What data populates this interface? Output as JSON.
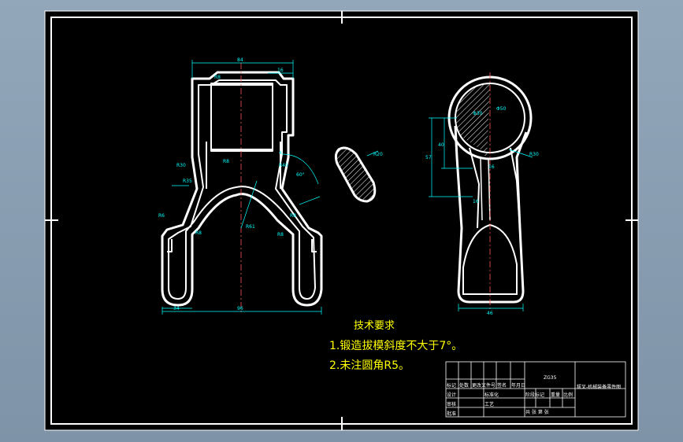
{
  "theme": {
    "background": "#000000",
    "outline": "#ffffff",
    "dimension": "#00ffff",
    "centerline": "#ff5555",
    "text": "#ffff00",
    "viewport": "#8b9fb3"
  },
  "tech_requirements": {
    "title": "技术要求",
    "items": [
      "1.锻造拔模斜度不大于7°。",
      "2.未注圆角R5。"
    ]
  },
  "front_view_dims": {
    "top_width": "84",
    "top_right": "16",
    "left_r1": "R8",
    "left_r2": "R30",
    "r35": "R35",
    "r6": "R6",
    "mid": "R8",
    "r61": "R61",
    "bottom_left": "34",
    "bottom_total": "96",
    "right_r1": "R8",
    "right_r2": "R8",
    "angle": "60°",
    "small_4": "4",
    "r40": "R40",
    "r8b": "R8"
  },
  "section_dims": {
    "label": "R20"
  },
  "side_view_dims": {
    "dia1": "Φ30",
    "dia2": "Φ50",
    "h1": "57",
    "h2": "40",
    "r30": "R30",
    "small": "16",
    "mid": "16",
    "bottom_width": "46"
  },
  "title_block": {
    "material": "ZG35",
    "drawing_name": "拔叉-机械装备零件图",
    "row1": [
      "标记",
      "处数",
      "更改文件号",
      "签名",
      "年月日"
    ],
    "row2": [
      "设计",
      "标准化",
      "阶段标记",
      "重量",
      "比例"
    ],
    "row3": [
      "审核",
      "工艺",
      "共 张 第 张"
    ],
    "row4": [
      "批准"
    ]
  }
}
